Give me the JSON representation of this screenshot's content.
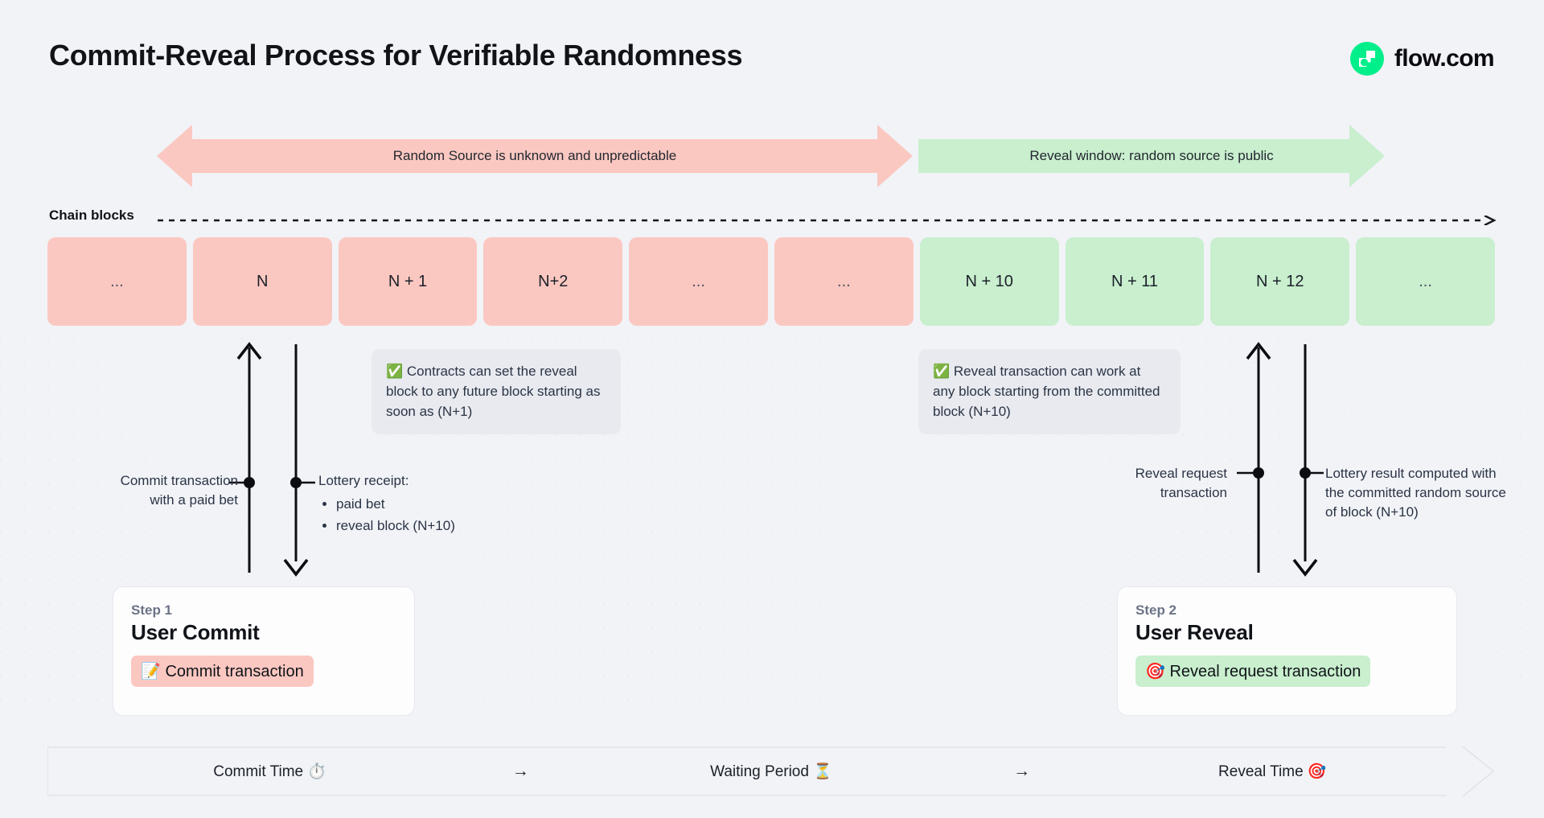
{
  "page": {
    "title": "Commit-Reveal Process for Verifiable Randomness",
    "bg_color": "#F1F3F7",
    "pink": "#FBC8C1",
    "green": "#C9EFCE",
    "brand_green": "#00EF8B"
  },
  "logo": {
    "name": "flow-logo",
    "text": "flow.com"
  },
  "banners": [
    {
      "id": "unknown-window",
      "label": "Random Source is unknown and unpredictable",
      "color": "#FBC8C1",
      "direction": "both"
    },
    {
      "id": "reveal-window",
      "label": "Reveal window: random source is public",
      "color": "#C9EFCE",
      "direction": "right"
    }
  ],
  "chain": {
    "label": "Chain blocks",
    "blocks": [
      {
        "label": "...",
        "state": "pink",
        "muted": true
      },
      {
        "label": "N",
        "state": "pink",
        "muted": false
      },
      {
        "label": "N + 1",
        "state": "pink",
        "muted": false
      },
      {
        "label": "N+2",
        "state": "pink",
        "muted": false
      },
      {
        "label": "...",
        "state": "pink",
        "muted": true
      },
      {
        "label": "...",
        "state": "pink",
        "muted": true
      },
      {
        "label": "N + 10",
        "state": "green",
        "muted": false
      },
      {
        "label": "N + 11",
        "state": "green",
        "muted": false
      },
      {
        "label": "N + 12",
        "state": "green",
        "muted": false
      },
      {
        "label": "...",
        "state": "green",
        "muted": true
      }
    ]
  },
  "callouts": [
    {
      "id": "contracts-reveal-block",
      "icon": "✅",
      "text": "Contracts can set the reveal block to any future block starting as soon as (N+1)"
    },
    {
      "id": "reveal-tx-any-block",
      "icon": "✅",
      "text": "Reveal transaction can work at any block starting from the committed block (N+10)"
    }
  ],
  "annotations": {
    "commit": {
      "line1": "Commit transaction",
      "line2": "with a paid bet"
    },
    "receipt": {
      "heading": "Lottery receipt:",
      "items": [
        "paid bet",
        "reveal block (N+10)"
      ]
    },
    "reveal_request": {
      "line1": "Reveal request",
      "line2": "transaction"
    },
    "lottery_result": {
      "text": "Lottery result computed with the committed random source of block (N+10)"
    }
  },
  "steps": [
    {
      "step_label": "Step 1",
      "title": "User Commit",
      "chip_icon": "📝",
      "chip_text": "Commit transaction",
      "chip_color": "#FBC8C1"
    },
    {
      "step_label": "Step 2",
      "title": "User Reveal",
      "chip_icon": "🎯",
      "chip_text": "Reveal request transaction",
      "chip_color": "#C9EFCE"
    }
  ],
  "timeline": {
    "segments": [
      {
        "label": "Commit Time ⏱️"
      },
      {
        "label": "Waiting Period ⏳"
      },
      {
        "label": "Reveal Time 🎯"
      }
    ],
    "arrow": "→"
  }
}
